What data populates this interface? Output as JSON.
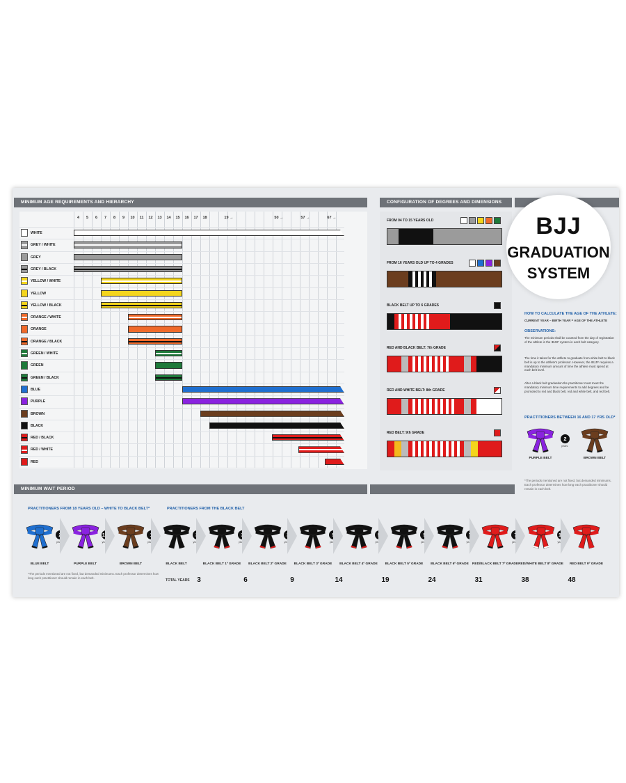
{
  "headers": {
    "age": "MINIMUM AGE REQUIREMENTS AND HIERARCHY",
    "config": "CONFIGURATION OF DEGREES AND DIMENSIONS",
    "wait": "MINIMUM WAIT PERIOD"
  },
  "logo": {
    "line1": "BJJ",
    "line2": "GRADUATION",
    "line3": "SYSTEM"
  },
  "ticks": [
    "4",
    "5",
    "6",
    "7",
    "8",
    "9",
    "10",
    "11",
    "12",
    "13",
    "14",
    "15",
    "16",
    "17",
    "18",
    "19 →",
    "50 →",
    "57 →",
    "67 →"
  ],
  "belts": [
    {
      "label": "WHITE",
      "color": "#ffffff",
      "stripe": "",
      "start": 4,
      "end": 67
    },
    {
      "label": "GREY / WHITE",
      "color": "#9b9b9b",
      "stripe": "#ffffff",
      "start": 4,
      "end": 15
    },
    {
      "label": "GREY",
      "color": "#9b9b9b",
      "stripe": "",
      "start": 4,
      "end": 15
    },
    {
      "label": "GREY / BLACK",
      "color": "#9b9b9b",
      "stripe": "#111111",
      "start": 4,
      "end": 15
    },
    {
      "label": "YELLOW / WHITE",
      "color": "#f4d51c",
      "stripe": "#ffffff",
      "start": 7,
      "end": 15
    },
    {
      "label": "YELLOW",
      "color": "#f4d51c",
      "stripe": "",
      "start": 7,
      "end": 15
    },
    {
      "label": "YELLOW / BLACK",
      "color": "#f4d51c",
      "stripe": "#111111",
      "start": 7,
      "end": 15
    },
    {
      "label": "ORANGE / WHITE",
      "color": "#f06a2a",
      "stripe": "#ffffff",
      "start": 10,
      "end": 15
    },
    {
      "label": "ORANGE",
      "color": "#f06a2a",
      "stripe": "",
      "start": 10,
      "end": 15
    },
    {
      "label": "ORANGE / BLACK",
      "color": "#f06a2a",
      "stripe": "#111111",
      "start": 10,
      "end": 15
    },
    {
      "label": "GREEN / WHITE",
      "color": "#1e7a3a",
      "stripe": "#ffffff",
      "start": 13,
      "end": 15
    },
    {
      "label": "GREEN",
      "color": "#1e7a3a",
      "stripe": "",
      "start": 13,
      "end": 15
    },
    {
      "label": "GREEN / BLACK",
      "color": "#1e7a3a",
      "stripe": "#111111",
      "start": 13,
      "end": 15
    },
    {
      "label": "BLUE",
      "color": "#1f6fd0",
      "stripe": "",
      "start": 16,
      "end": 67
    },
    {
      "label": "PURPLE",
      "color": "#8a22e0",
      "stripe": "",
      "start": 16,
      "end": 67
    },
    {
      "label": "BROWN",
      "color": "#6b3d1e",
      "stripe": "",
      "start": 18,
      "end": 67
    },
    {
      "label": "BLACK",
      "color": "#111111",
      "stripe": "",
      "start": 19,
      "end": 67
    },
    {
      "label": "RED / BLACK",
      "color": "#e01b1b",
      "stripe": "#111111",
      "start": 50,
      "end": 67
    },
    {
      "label": "RED / WHITE",
      "color": "#e01b1b",
      "stripe": "#ffffff",
      "start": 57,
      "end": 67
    },
    {
      "label": "RED",
      "color": "#e01b1b",
      "stripe": "",
      "start": 67,
      "end": 67
    }
  ],
  "config": [
    {
      "title": "FROM 04 TO 15 YEARS OLD",
      "squares": [
        "#ffffff",
        "#9b9b9b",
        "#f4d51c",
        "#f06a2a",
        "#1e7a3a"
      ],
      "belt": "#9b9b9b",
      "bar": "#111111",
      "stripes": 0,
      "tip": "#9b9b9b"
    },
    {
      "title": "FROM 16 YEARS OLD UP TO 4 GRADES",
      "squares": [
        "#ffffff",
        "#1f6fd0",
        "#8a22e0",
        "#6b3d1e"
      ],
      "belt": "#6b3d1e",
      "bar": "#111111",
      "stripes": 4,
      "tip": "#6b3d1e"
    },
    {
      "title": "BLACK BELT UP TO 6 GRADES",
      "squares": [
        "#111111"
      ],
      "belt": "#111111",
      "bar": "#e01b1b",
      "stripes": 6,
      "tip": "#111111"
    },
    {
      "title": "RED AND BLACK BELT: 7th GRADE",
      "squares": [
        "#e01b1b"
      ],
      "belt": "#e01b1b",
      "bar": "#e01b1b",
      "stripes": 7,
      "tip": "#111111"
    },
    {
      "title": "RED AND WHITE BELT: 8th GRADE",
      "squares": [
        "#e01b1b"
      ],
      "belt": "#e01b1b",
      "bar": "#e01b1b",
      "stripes": 8,
      "tip": "#ffffff"
    },
    {
      "title": "RED BELT: 9th GRADE",
      "squares": [
        "#e01b1b"
      ],
      "belt": "#e01b1b",
      "bar": "#e01b1b",
      "stripes": 9,
      "tip": "#f4d51c"
    }
  ],
  "info": {
    "calc_title": "HOW TO CALCULATE THE AGE OF THE ATHLETE:",
    "calc_formula": "CURRENT YEAR – BIRTH YEAR = AGE OF THE ATHLETE",
    "obs_title": "OBSERVATIONS:",
    "obs_1": "The minimum periods shall be counted from the day of registration of the athlete in the IBJJF system in each belt category.",
    "obs_2": "The time it takes for the athlete to graduate from white belt to black belt is up to the athlete's professor. However, the IBJJF requires a mandatory minimum amount of time the athlete must spend at each belt level.",
    "obs_3": "After a black belt graduation the practitioner must meet the mandatory minimum time requirements to add degrees and be promoted to red and black belt, red and white belt, and red belt.",
    "teen_title": "PRACTITIONERS BETWEEN 16 AND 17 YRS OLD*",
    "teen_purple": "PURPLE BELT",
    "teen_brown": "BROWN BELT",
    "teen_years": "2",
    "teen_years_word": "years",
    "teen_note": "*The periods mentioned are not fixed, but demanded minimums. Each professor determines how long each practitioner should remain in each belt."
  },
  "wait": {
    "adult_title": "PRACTITIONERS FROM 18 YEARS OLD – WHITE TO BLACK BELT*",
    "black_title": "PRACTITIONERS FROM THE BLACK BELT",
    "note": "*The periods mentioned are not fixed, but demanded minimums. Each professor determines how long each practitioner should remain in each belt.",
    "total_label": "TOTAL YEARS",
    "belts": [
      {
        "label": "BLUE BELT",
        "color": "#1f6fd0",
        "tip": "#111111",
        "years": "2",
        "word": "years"
      },
      {
        "label": "PURPLE BELT",
        "color": "#8a22e0",
        "tip": "#111111",
        "years": "1½",
        "word": "year"
      },
      {
        "label": "BROWN BELT",
        "color": "#6b3d1e",
        "tip": "#111111",
        "years": "1",
        "word": "year"
      },
      {
        "label": "BLACK BELT",
        "color": "#111111",
        "tip": "#111111",
        "years": "3",
        "word": "years"
      },
      {
        "label": "BLACK BELT 1º GRADE",
        "color": "#111111",
        "tip": "#e01b1b",
        "years": "3",
        "word": "years"
      },
      {
        "label": "BLACK BELT 2º GRADE",
        "color": "#111111",
        "tip": "#e01b1b",
        "years": "3",
        "word": "years"
      },
      {
        "label": "BLACK BELT 3º GRADE",
        "color": "#111111",
        "tip": "#e01b1b",
        "years": "5",
        "word": "years"
      },
      {
        "label": "BLACK BELT 4º GRADE",
        "color": "#111111",
        "tip": "#e01b1b",
        "years": "5",
        "word": "years"
      },
      {
        "label": "BLACK BELT 5º GRADE",
        "color": "#111111",
        "tip": "#e01b1b",
        "years": "5",
        "word": "years"
      },
      {
        "label": "BLACK BELT 6º GRADE",
        "color": "#111111",
        "tip": "#e01b1b",
        "years": "7",
        "word": "years"
      },
      {
        "label": "RED/BLACK BELT 7º GRADE",
        "color": "#e01b1b",
        "tip": "#111111",
        "years": "7",
        "word": "years"
      },
      {
        "label": "RED/WHITE BELT 8º GRADE",
        "color": "#e01b1b",
        "tip": "#ffffff",
        "years": "10",
        "word": "years"
      },
      {
        "label": "RED BELT 9º GRADE",
        "color": "#e01b1b",
        "tip": "#e01b1b",
        "years": "",
        "word": ""
      }
    ],
    "totals": [
      "3",
      "6",
      "9",
      "14",
      "19",
      "24",
      "31",
      "38",
      "48"
    ]
  }
}
